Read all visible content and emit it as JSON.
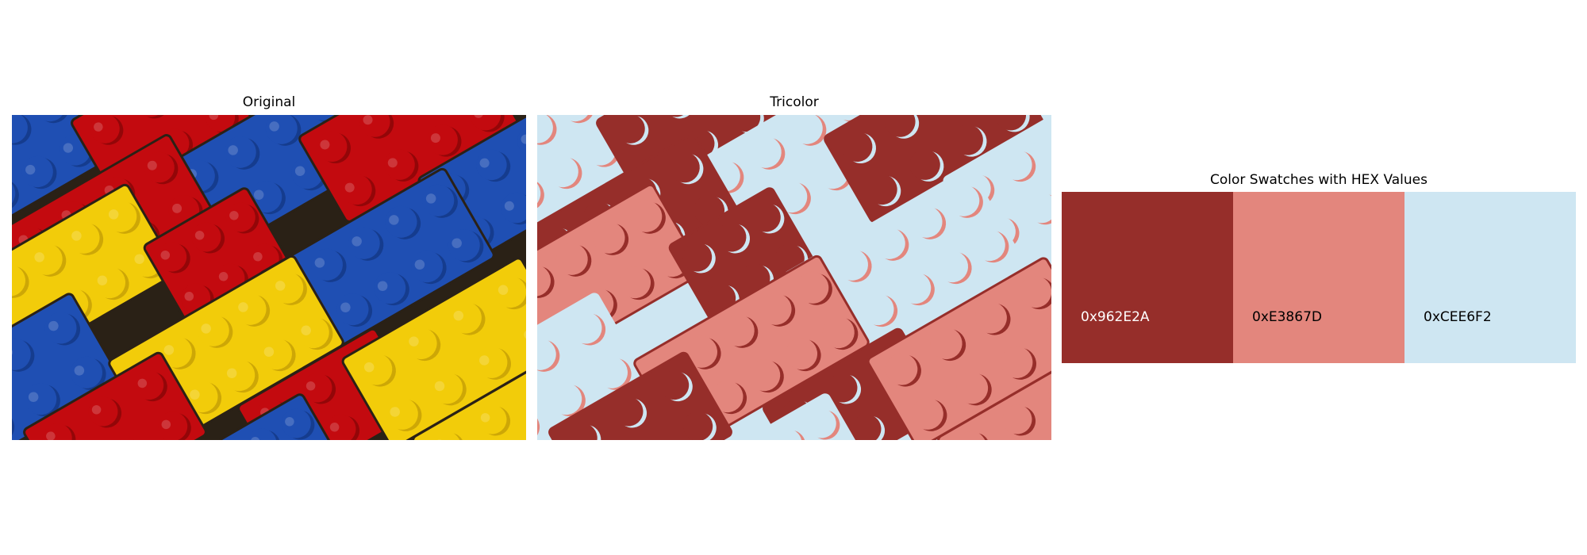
{
  "panels": {
    "original": {
      "title": "Original"
    },
    "tricolor": {
      "title": "Tricolor"
    },
    "swatches": {
      "title": "Color Swatches with HEX Values"
    }
  },
  "palette": {
    "original": {
      "red": "#c30a0f",
      "red_shade": "#8e0608",
      "blue": "#1f4fb3",
      "blue_shade": "#143a8a",
      "yellow": "#f2cc0a",
      "yellow_shade": "#c9a305",
      "gap": "#2a2116"
    },
    "tricolor": {
      "dark": "#962E2A",
      "mid": "#E3867D",
      "light": "#CEE6F2"
    }
  },
  "swatches": [
    {
      "hex": "0x962E2A",
      "color": "#962E2A",
      "text_color": "#ffffff"
    },
    {
      "hex": "0xE3867D",
      "color": "#E3867D",
      "text_color": "#000000"
    },
    {
      "hex": "0xCEE6F2",
      "color": "#CEE6F2",
      "text_color": "#000000"
    }
  ]
}
